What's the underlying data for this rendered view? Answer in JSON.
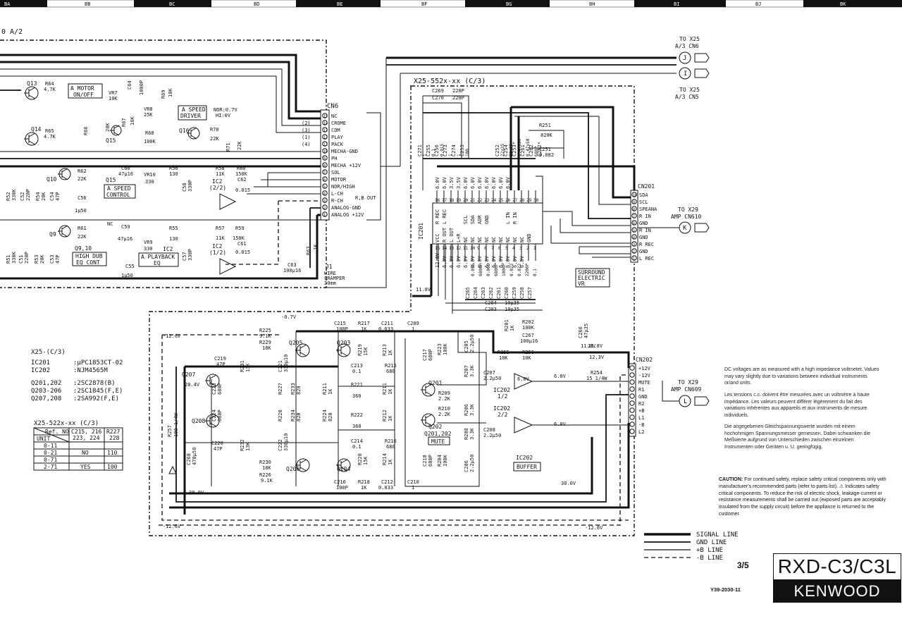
{
  "grid_columns": [
    "BA",
    "BB",
    "BC",
    "BD",
    "BE",
    "BF",
    "BG",
    "BH",
    "BI",
    "BJ",
    "BK"
  ],
  "sheet_ref": "0 A/2",
  "board_title": "X25-552x-xx (C/3)",
  "connectors": {
    "cn6": {
      "name": "CN6",
      "pins": [
        "NC",
        "CROME",
        "COM",
        "PLAY",
        "PACK",
        "MECHA-GND",
        "PH",
        "MECHA +12V",
        "SOL",
        "MOTOR",
        "NOR/HIGH",
        "L-CH",
        "R-CH",
        "ANALOG-GND",
        "ANALOG +12V"
      ],
      "markers": [
        "(2)",
        "(3)",
        "(1)",
        "(4)"
      ],
      "rpb_out": "R,B OUT"
    },
    "cn201": {
      "name": "CN201",
      "pins": [
        "SDA",
        "SCL",
        "SPEANA",
        "R IN",
        "GND",
        "R IN",
        "GND",
        "R REC",
        "GND",
        "L REC"
      ],
      "numbers": [
        "10",
        "9",
        "8",
        "7",
        "6",
        "5",
        "4",
        "3",
        "2",
        "1"
      ]
    },
    "cn202": {
      "name": "CN202",
      "pins": [
        "+12V",
        "-12V",
        "MUTE",
        "R1",
        "GND",
        "R2",
        "+B",
        "L1",
        "-B",
        "L2"
      ]
    }
  },
  "offpage": {
    "j": {
      "letter": "J",
      "to": "TO X25",
      "sub": "A/3 CN6"
    },
    "i": {
      "letter": "I",
      "to": "TO X25",
      "sub": "A/3 CN5"
    },
    "k": {
      "letter": "K",
      "to": "TO X29",
      "sub": "AMP CN610"
    },
    "l": {
      "letter": "L",
      "to": "TO X29",
      "sub": "AMP CN609"
    }
  },
  "function_blocks": {
    "motor": [
      "A MOTOR",
      "ON/OFF"
    ],
    "speed_driver": [
      "A SPEED",
      "DRIVER"
    ],
    "speed_control": [
      "A SPEED",
      "CONTROL"
    ],
    "high_dub": [
      "HIGH DUB",
      "EQ CONT"
    ],
    "playback": [
      "A PLAYBACK",
      "EQ"
    ],
    "surround": [
      "SURROUND",
      "ELECTRIC",
      "VR"
    ],
    "mute": "MUTE",
    "buffer": "BUFFER"
  },
  "components": {
    "q13": "Q13",
    "r64": "R64",
    "r64v": "4.7K",
    "vr7": "VR7",
    "vr7v": "10K",
    "c64": "C64",
    "c64v": "1000P",
    "r69": "R69",
    "r69v": "10K",
    "vr8": "VR8",
    "vr8v": "25K",
    "r66": "R66",
    "r66v": "20K",
    "r67": "R67",
    "r67v": "16K",
    "q14": "Q14",
    "r65": "R65",
    "r65v": "4.7K",
    "q15": "Q15",
    "r68": "R68",
    "r68v": "100K",
    "q16": "Q16",
    "r70": "R70",
    "r70v": "22K",
    "r71": "R71",
    "r71v": "22K",
    "nor": "NOR:0.7V",
    "hi": "HI:0V",
    "c60": "C60",
    "c60v": "47µ16",
    "vr10": "VR10",
    "vr10v": "330",
    "r56": "R56",
    "r56v": "130",
    "r58": "R58",
    "r58v": "11K",
    "r60": "R60",
    "r60v": "150K",
    "q10": "Q10",
    "r62": "R62",
    "r62v": "22K",
    "ic2a": "IC2",
    "ic2a_unit": "(2/2)",
    "c62": "C62",
    "c62v": "0.015",
    "c58": "C58",
    "c58v": "330P",
    "c56": "C56",
    "c56v": "1µ50",
    "r52": "R52",
    "r52v": "330K",
    "c52": "C52",
    "c52v": "220P",
    "r54": "R54",
    "r54v": "20K",
    "c54": "C54",
    "c54v": "47P",
    "nc": "NC",
    "c59": "C59",
    "c59v": "47µ16",
    "vr9": "VR9",
    "vr9v": "330",
    "r55": "R55",
    "r55v": "130",
    "r57": "R57",
    "r57v": "11K",
    "r59": "R59",
    "r59v": "150K",
    "c61": "C61",
    "c61v": "0.015",
    "q9": "Q9",
    "q9_10": "Q9,10",
    "r61": "R61",
    "r61v": "22K",
    "ic2b": "IC2",
    "ic2b_unit": "(1/2)",
    "c57": "C57",
    "c57v": "330P",
    "c55": "C55",
    "c55v": "1µ50",
    "c63": "C63",
    "c63v": "100µ16",
    "r63": "R63",
    "r63v": "1K",
    "j1": "J1",
    "j1_desc": [
      "WIRE",
      "CRAMPER",
      "30mm"
    ],
    "c53": "C53",
    "c53v": "47P",
    "r51": "R51",
    "r51v": "330K",
    "c51": "C51",
    "c51v": "220P",
    "r53": "R53",
    "r53v": "20K",
    "c269": "C269",
    "c269v": "220P",
    "c270": "C270",
    "c270v": "220P",
    "r251": "R251",
    "r251v": "820K",
    "c251": "C251",
    "c251v": "0.082",
    "ic201": "IC201",
    "r201": "R201",
    "r201v": "1K",
    "r202": "R202",
    "r202v": "100K",
    "c267": "C267",
    "c267v": "100µ16",
    "r256": "R256",
    "r256v": "10K",
    "r255": "R255",
    "r255v": "10K",
    "c204": "C204",
    "c204v": "10µ35",
    "c203": "C203",
    "c203v": "10µ35",
    "c266": "C266",
    "c266v": "47µ35",
    "v11_8": "11.8V",
    "v12_3": "12.3V",
    "r254": "R254",
    "r254v": "15 1/4W",
    "v6_0": "6.0V",
    "r225": "R225",
    "r225v": "9.1K",
    "r229": "R229",
    "r229v": "18K",
    "q205": "Q205",
    "q203": "Q203",
    "c215": "C215",
    "c215v": "100P",
    "r217": "R217",
    "r217v": "1K",
    "c211": "C211",
    "c211v": "0.033",
    "c209": "C209",
    "c209v": "1",
    "r219": "R219",
    "r219v": "15K",
    "r213": "R213",
    "r213v": "1K",
    "c217": "C217",
    "c217v": "680P",
    "r223": "R223",
    "r223v": "100K",
    "c205": "C205",
    "c205v": "2.2µ50",
    "q207": "Q207",
    "c219": "C219",
    "c219v": "47P",
    "r231": "R231",
    "r231v": "13K",
    "c221": "C221",
    "c221v": "330µ10",
    "c213": "C213",
    "c213v": "0.1",
    "r215": "R215",
    "r215v": "680",
    "r221": "R221",
    "r221v": "360",
    "q201": "Q201",
    "r209": "R209",
    "r209v": "2.2K",
    "r207": "R207",
    "r207v": "3.3K",
    "c207": "C207",
    "c207v": "2.2µ50",
    "v6_0b": "6.0V",
    "ic202a": "IC202",
    "ic202a_unit": "1/2",
    "r227": "R227",
    "r233": "R233",
    "r233v": "820",
    "r221b": "R211",
    "r211v": "1K",
    "c223": "C223",
    "c223v": "680P",
    "v28_4": "28.4V",
    "r224": "R224",
    "r224v": "820",
    "r228": "R228",
    "r234": "R234",
    "r234v": "820",
    "q208": "Q208",
    "c224": "C224",
    "c224v": "680P",
    "r222": "R222",
    "r222v": "360",
    "r212": "R212",
    "r212v": "1K",
    "q202": "Q202",
    "q201_202": "Q201,202",
    "r210": "R210",
    "r210v": "2.2K",
    "r206": "R206",
    "r206v": "3.3K",
    "ic202b": "IC202",
    "ic202b_unit": "2/2",
    "c208": "C208",
    "c208v": "2.2µ50",
    "r208": "R208",
    "r208v": "3.3K",
    "c206": "C206",
    "c206v": "2.2µ50",
    "c220": "C220",
    "c220v": "47P",
    "r232": "R232",
    "r232v": "13K",
    "c222": "C222",
    "c222v": "330µ10",
    "c214": "C214",
    "c214v": "0.1",
    "r216": "R216",
    "r216v": "680",
    "c218": "C218",
    "c218v": "680P",
    "r204": "R204",
    "r204v": "100K",
    "r230": "R230",
    "r230v": "18K",
    "r226": "R226",
    "r226v": "9.1K",
    "q206": "Q206",
    "q204": "Q204",
    "r220": "R220",
    "r220v": "15K",
    "r214": "R214",
    "r214v": "1K",
    "c216": "C216",
    "c216v": "100P",
    "r218": "R218",
    "r218v": "1K",
    "c212": "C212",
    "c212v": "0.033",
    "c210": "C210",
    "c210v": "1",
    "c268": "C268",
    "c268v": "470µ50",
    "r257": "R257",
    "r257v": "100 1/4W",
    "v_07": "-0.7V",
    "v_126": "-12.6V",
    "v30": "30.0V",
    "v_126b": "-12.6V",
    "v_126c": "-12.6V",
    "v30b": "30.0V",
    "v11_8b": "11.8V"
  },
  "ic201_top_volts": [
    "6.0V",
    "6.0V",
    "3.5V",
    "3.5V",
    "6.0V",
    "6.0V",
    "6.0V",
    "6.0V",
    "6.0V",
    "6.0V",
    "6.0V"
  ],
  "ic201_top_pins": [
    "16",
    "17",
    "18",
    "19",
    "20",
    "21",
    "22",
    "23",
    "24",
    "25",
    "26",
    "27",
    "28",
    "29",
    "30"
  ],
  "ic201_top_names": [
    "R REC",
    "L REC",
    "SCL",
    "SDA",
    "ADR",
    "GND",
    "L IN",
    "R IN"
  ],
  "ic201_bottom_names": [
    "VCC",
    "R OUT",
    "L OUT",
    "L+R",
    "NC",
    "NC",
    "NC",
    "NC",
    "NC",
    "NC",
    "NC",
    "NC",
    "NC",
    "GND"
  ],
  "ic201_bottom_volts": [
    "12.0V",
    "6.0V",
    "6.0V",
    "6.0V",
    "6.0V",
    "6.0V",
    "6.0V",
    "6.0V",
    "6.0V",
    "6.0V",
    "6.0V",
    "6.0V",
    "6.0V"
  ],
  "ic201_bottom_pins": [
    "15",
    "14",
    "13",
    "12",
    "11",
    "10",
    "9",
    "8",
    "7",
    "6",
    "5",
    "4",
    "3",
    "2",
    "1"
  ],
  "ic201_caps_top": [
    "C271",
    "C255",
    "C256",
    "C273",
    "C274",
    "C253",
    "C252",
    "C254",
    "C253*",
    "C261",
    "C262",
    "C252*"
  ],
  "ic201_caps_top_vals": [
    "1",
    "0.1",
    "0.015",
    "1",
    "1",
    "100",
    "22x35",
    "22x35",
    "0.47x50",
    "0.47x50",
    "680P"
  ],
  "ic201_caps_bottom": [
    "C265",
    "C264",
    "C263",
    "C262",
    "C261",
    "C260",
    "C259",
    "C258",
    "C257"
  ],
  "ic201_caps_bottom_vals": [
    "0.056",
    "6800P",
    "0.068",
    "6800P",
    "1000P",
    "0.022",
    "0.022",
    "2200P",
    "0.1"
  ],
  "v11_8_left": "11.8V",
  "part_table": {
    "title": "X25-(C/3)",
    "rows": [
      [
        "IC201",
        ":µPC1853CT-02"
      ],
      [
        "IC202",
        ":NJM4565M"
      ],
      [
        "Q201,202",
        ":2SC2878(B)"
      ],
      [
        "Q203-206",
        ":2SC1845(F,E)"
      ],
      [
        "Q207,208",
        ":2SA992(F,E)"
      ]
    ]
  },
  "ref_table": {
    "title": "X25-522x-xx (C/3)",
    "head": [
      "Ref. NO",
      "C215, 216",
      "R227"
    ],
    "head2": [
      "UNIT",
      "223, 224",
      "228"
    ],
    "rows": [
      [
        "0-11",
        "",
        ""
      ],
      [
        "0-21",
        "NO",
        "110"
      ],
      [
        "0-71",
        "",
        ""
      ],
      [
        "2-71",
        "YES",
        "100"
      ]
    ]
  },
  "legend": {
    "items": [
      "SIGNAL LINE",
      "GND LINE",
      "+B LINE",
      "-B LINE"
    ]
  },
  "notes": {
    "en": "DC voltages are as measured with a high impedance voltmeter. Values may vary slightly due to variations between individual instruments or/and units.",
    "fr": "Les tensions c.c. doivent être mesurées avec un voltmètre à haute impédance. Les valeurs peuvent différer légèrement du fait des variations inhérentes aux appareils et aux instruments de mesure individuels.",
    "de": "Die angegebenen Gleichspannungswerte wurden mit einem hochohmigen Spannungsmesser gemessen. Dabei schwanken die Meßwerte aufgrund von Unterschieden zwischen einzelnen Instrumenten oder Geräten u. U. geringfügig."
  },
  "caution": {
    "label": "CAUTION:",
    "text": "For continued safety, replace safety critical components only with manufacturer's recommended parts (refer to parts list). ⚠ Indicates safety critical components. To reduce the risk of electric shock, leakage-current or resistance measurements shall be carried out (exposed parts are acceptably insulated from the supply circuit) before the appliance is returned to the customer."
  },
  "page_no": "3/5",
  "doc_no": "Y39-2030-11",
  "model": "RXD-C3/C3L",
  "brand": "KENWOOD"
}
